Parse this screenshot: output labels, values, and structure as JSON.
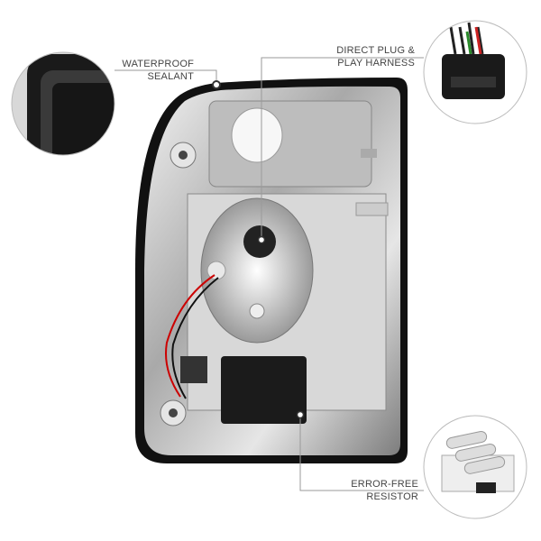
{
  "callouts": {
    "sealant": {
      "line1": "WATERPROOF",
      "line2": "SEALANT"
    },
    "harness": {
      "line1": "DIRECT PLUG &",
      "line2": "PLAY HARNESS"
    },
    "resistor": {
      "line1": "ERROR-FREE",
      "line2": "RESISTOR"
    }
  },
  "colors": {
    "housing": "#111111",
    "chrome": "#c9c9c9",
    "callout_line": "#9a9a9a",
    "text": "#444444"
  }
}
